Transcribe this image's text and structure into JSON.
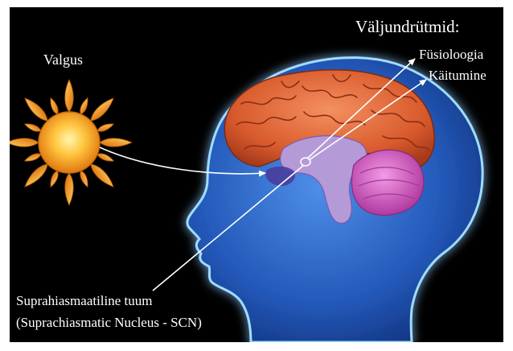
{
  "labels": {
    "output_rhythms_title": "Väljundrütmid:",
    "physiology": "Füsioloogia",
    "behavior": "Käitumine",
    "light": "Valgus",
    "scn_estonian": "Suprahiasmaatiline tuum",
    "scn_english": "(Suprachiasmatic Nucleus - SCN)"
  },
  "colors": {
    "background": "#000000",
    "head": "#2f6fd0",
    "head_glow": "#8fd0ff",
    "cortex": "#e06a3a",
    "cerebellum": "#d86ac8",
    "midbrain": "#b59ad8",
    "sun": "#f6a21a",
    "text": "#ffffff"
  }
}
